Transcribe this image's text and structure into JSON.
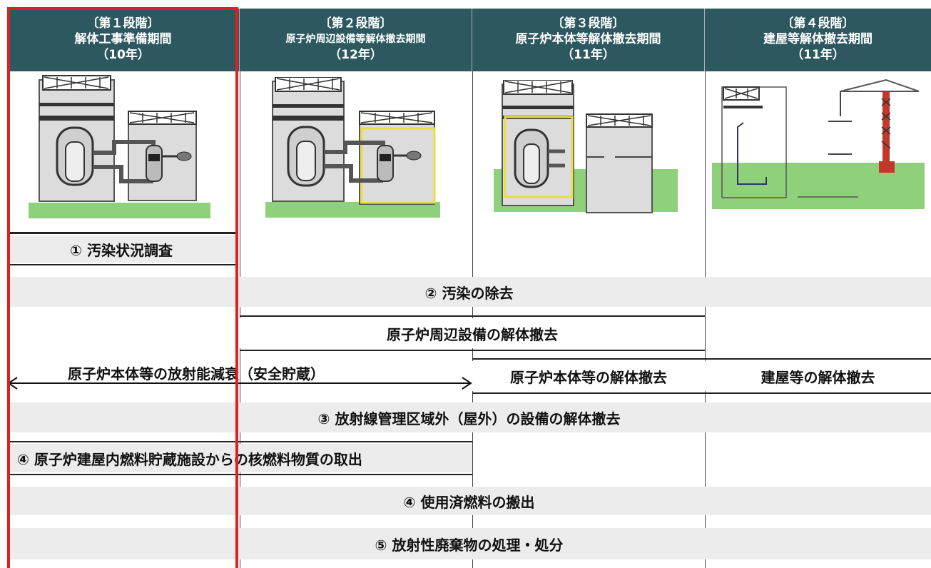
{
  "phases": [
    {
      "stage": "〔第１段階〕",
      "name": "解体工事準備期間",
      "years": "（10年）"
    },
    {
      "stage": "〔第２段階〕",
      "name": "原子炉周辺設備等解体撤去期間",
      "years": "（12年）"
    },
    {
      "stage": "〔第３段階〕",
      "name": "原子炉本体等解体撤去期間",
      "years": "（11年）"
    },
    {
      "stage": "〔第４段階〕",
      "name": "建屋等解体撤去期間",
      "years": "（11年）"
    }
  ],
  "tasks": {
    "survey": "① 汚染状況調査",
    "decontamination": "② 汚染の除去",
    "peripheral": "原子炉周辺設備の解体撤去",
    "storage": "原子炉本体等の放射能減衰（安全貯蔵）",
    "reactor": "原子炉本体等の解体撤去",
    "building": "建屋等の解体撤去",
    "outside": "③ 放射線管理区域外（屋外）の設備の解体撤去",
    "fuel_removal": "④ 原子炉建屋内燃料貯蔵施設からの核燃料物質の取出",
    "spent_fuel": "④ 使用済燃料の搬出",
    "waste": "⑤ 放射性廃棄物の処理・処分"
  },
  "colors": {
    "header": "#2e5860",
    "bar": "#ececec",
    "highlight": "#e02020",
    "ground": "#8fd07a",
    "yellow": "#e8e040"
  }
}
